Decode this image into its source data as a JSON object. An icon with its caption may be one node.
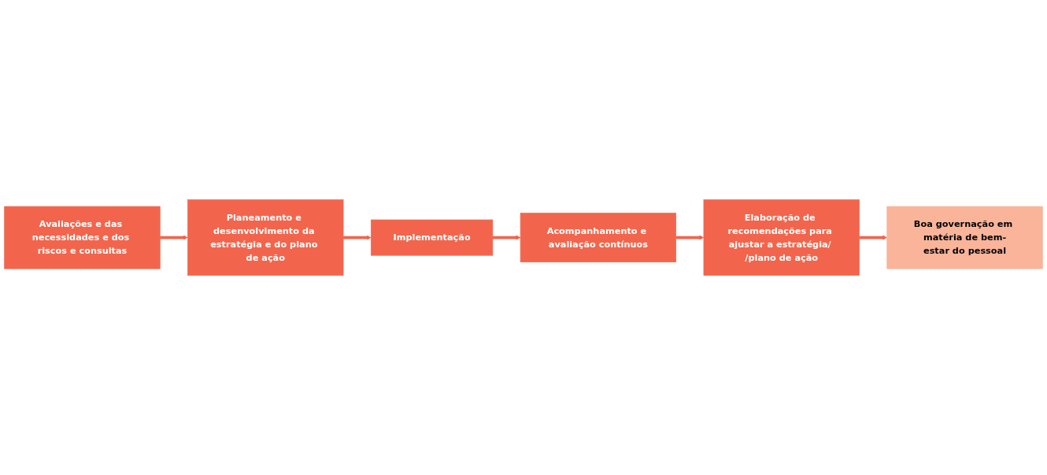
{
  "diagram": {
    "nodes": [
      {
        "text": [
          "Avaliações e das necessidades e dos riscos e consultas"
        ]
      },
      {
        "text": [
          "Planeamento e desenvolvimento da estratégia e do plano de ação"
        ]
      },
      {
        "text": [
          "Implementação"
        ]
      },
      {
        "text": [
          "Acompanhamento e avaliação contínuos"
        ]
      },
      {
        "text": [
          "Elaboração de recomendações para ajustar a estratégia/ /plano de ação"
        ]
      },
      {
        "text": [
          "Boa governação em matéria de bem-estar do pessoal"
        ]
      }
    ],
    "edges": [
      {
        "from": 0,
        "to": 1,
        "arrow": "to"
      },
      {
        "from": 1,
        "to": 2,
        "arrow": "to"
      },
      {
        "from": 2,
        "to": 3,
        "arrow": "to"
      },
      {
        "from": 3,
        "to": 4,
        "arrow": "to"
      },
      {
        "from": 4,
        "to": 5,
        "arrow": "to"
      }
    ]
  }
}
